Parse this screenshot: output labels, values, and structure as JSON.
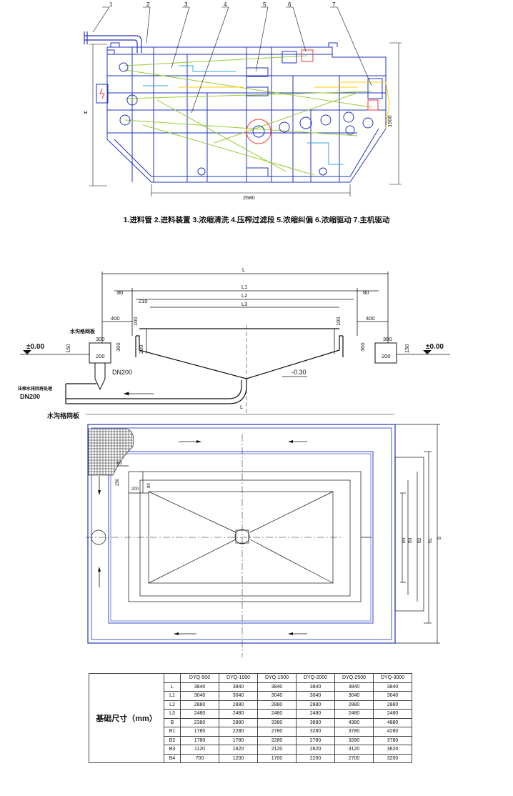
{
  "top_view": {
    "callouts": [
      "1",
      "2",
      "3",
      "4",
      "5",
      "6",
      "7"
    ],
    "dim_h": "H",
    "dim_width": "2680",
    "dim_height": "1900",
    "colors": {
      "frame": "#2233bb",
      "belt": "#99cc33",
      "water": "#33aadd",
      "accent": "#ff3333",
      "drive": "#ffcc00"
    }
  },
  "legend_text": "1.进料管 2.进料装置 3.浓缩清洗 4.压榨过滤段 5.浓缩纠偏 6.浓缩驱动 7.主机驱动",
  "section_view": {
    "L": "L",
    "L1": "L1",
    "L2": "L2",
    "L3": "L3",
    "d80_left": "80",
    "d80_right": "80",
    "d210": "210",
    "d400_left": "400",
    "d400_right": "400",
    "d100_left": "100",
    "d100_right": "100",
    "d300_a": "300",
    "d300_b": "300",
    "d300_c": "300",
    "d300_d": "300",
    "d150_left": "150",
    "d150_right": "150",
    "d200_left": "200",
    "d200_b": "200",
    "d200_right": "200",
    "elev_left": "±0.00",
    "elev_right": "±0.00",
    "elev_bottom": "-0.30",
    "label_grating": "水沟格网板",
    "label_dn200_a": "DN200",
    "label_return": "压榨水排回再处理",
    "label_dn200_b": "DN200"
  },
  "plan_view": {
    "L": "L",
    "label_grating": "水沟格网板",
    "d80": "80",
    "d200": "200",
    "d250": "250",
    "d80b": "80",
    "B4": "B4",
    "B3": "B3",
    "B2": "B2",
    "B1": "B1",
    "B": "B"
  },
  "spec_table": {
    "title": "基础尺寸（mm）",
    "columns": [
      "DYQ-500",
      "DYQ-1000",
      "DYQ-1500",
      "DYQ-2000",
      "DYQ-2500",
      "DYQ-3000"
    ],
    "rows": [
      {
        "key": "L",
        "values": [
          "3840",
          "3840",
          "3840",
          "3840",
          "3840",
          "3840"
        ]
      },
      {
        "key": "L1",
        "values": [
          "3040",
          "3040",
          "3040",
          "3040",
          "3040",
          "3040"
        ]
      },
      {
        "key": "L2",
        "values": [
          "2880",
          "2880",
          "2880",
          "2880",
          "2880",
          "2880"
        ]
      },
      {
        "key": "L3",
        "values": [
          "2480",
          "2480",
          "2480",
          "2480",
          "2480",
          "2480"
        ]
      },
      {
        "key": "B",
        "values": [
          "2380",
          "2880",
          "3380",
          "3880",
          "4380",
          "4880"
        ]
      },
      {
        "key": "B1",
        "values": [
          "1780",
          "2280",
          "2780",
          "3280",
          "3780",
          "4280"
        ]
      },
      {
        "key": "B2",
        "values": [
          "1780",
          "1780",
          "2280",
          "2780",
          "3280",
          "3780"
        ]
      },
      {
        "key": "B3",
        "values": [
          "1120",
          "1620",
          "2120",
          "2620",
          "3120",
          "3620"
        ]
      },
      {
        "key": "B4",
        "values": [
          "700",
          "1200",
          "1700",
          "2200",
          "2700",
          "3200"
        ]
      }
    ]
  }
}
